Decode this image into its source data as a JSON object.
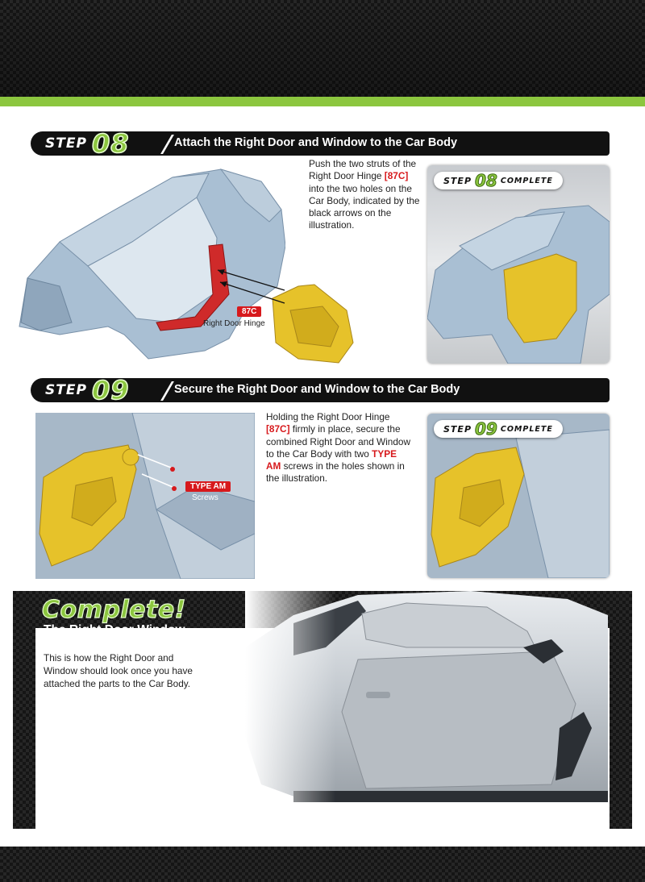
{
  "steps": [
    {
      "word": "STEP",
      "number": "08",
      "title": "Attach the Right Door and Window to the Car Body",
      "description": {
        "part1": "Push the two struts of the Right Door Hinge ",
        "code": "[87C]",
        "part2": " into the two holes on the Car Body, indicated by the black arrows on the illustration."
      },
      "part_code_label": "87C",
      "part_name_label": "Right Door Hinge",
      "complete_badge": {
        "step": "STEP",
        "number": "08",
        "word": "COMPLETE"
      }
    },
    {
      "word": "STEP",
      "number": "09",
      "title": "Secure the Right Door and Window to the Car Body",
      "description": {
        "part1": "Holding the Right Door Hinge ",
        "code": "[87C]",
        "part2": " firmly in place, secure the combined Right Door and Window to the Car Body with two ",
        "screw": "TYPE AM",
        "part3": " screws in the holes shown in the illustration."
      },
      "screw_label": "TYPE AM",
      "screw_sub_label": "Screws",
      "complete_badge": {
        "step": "STEP",
        "number": "09",
        "word": "COMPLETE"
      }
    }
  ],
  "complete": {
    "heading": "Complete!",
    "subtitle": "The Right Door Window",
    "text": "This is how the Right Door and Window should look once you have attached the parts to the Car Body."
  },
  "colors": {
    "accent_green": "#8cc63f",
    "highlight_red": "#d7191c",
    "door_yellow": "#e6c22a",
    "body_blue": "#a9bfd3",
    "bar_black": "#111111"
  }
}
